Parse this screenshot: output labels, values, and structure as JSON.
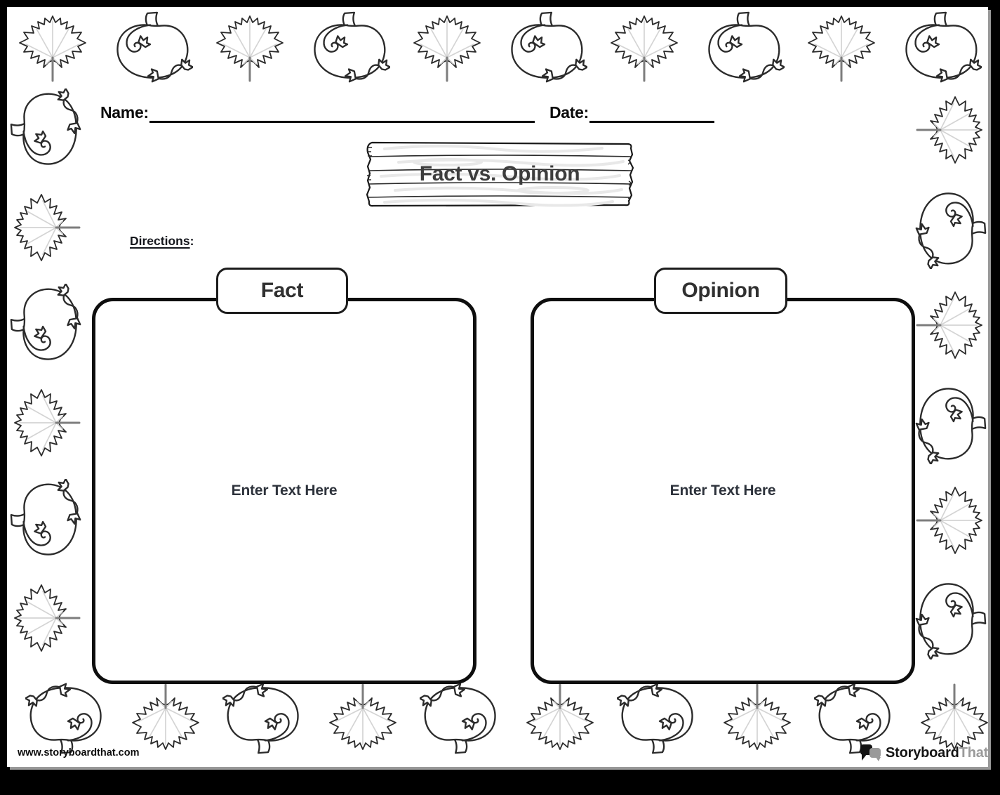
{
  "header": {
    "name_label": "Name:",
    "date_label": "Date:"
  },
  "sign": {
    "title": "Fact vs. Opinion"
  },
  "directions": {
    "label": "Directions",
    "colon": ":"
  },
  "columns": [
    {
      "id": "fact",
      "label": "Fact",
      "placeholder": "Enter Text Here"
    },
    {
      "id": "opinion",
      "label": "Opinion",
      "placeholder": "Enter Text Here"
    }
  ],
  "footer": {
    "website": "www.storyboardthat.com",
    "logo_black": "Storyboard",
    "logo_gray": "That"
  },
  "border": {
    "top": [
      "maple-leaf",
      "pumpkin",
      "maple-leaf",
      "pumpkin",
      "maple-leaf",
      "pumpkin",
      "maple-leaf",
      "pumpkin",
      "maple-leaf",
      "pumpkin"
    ],
    "bottom": [
      "pumpkin",
      "maple-leaf",
      "pumpkin",
      "maple-leaf",
      "pumpkin",
      "maple-leaf",
      "pumpkin",
      "maple-leaf",
      "pumpkin",
      "maple-leaf"
    ],
    "left": [
      "pumpkin",
      "maple-leaf",
      "pumpkin",
      "maple-leaf",
      "pumpkin",
      "maple-leaf"
    ],
    "right": [
      "maple-leaf",
      "pumpkin",
      "maple-leaf",
      "pumpkin",
      "maple-leaf",
      "pumpkin"
    ]
  },
  "colors": {
    "backdrop": "#000000",
    "paper": "#ffffff",
    "shadow": "#999999",
    "ink": "#2b2b2b",
    "vein": "#d4d4d4",
    "title_text": "#3d3d3d",
    "placeholder_text": "#2e333c",
    "logo_black": "#141414",
    "logo_gray": "#9a9a9a"
  }
}
